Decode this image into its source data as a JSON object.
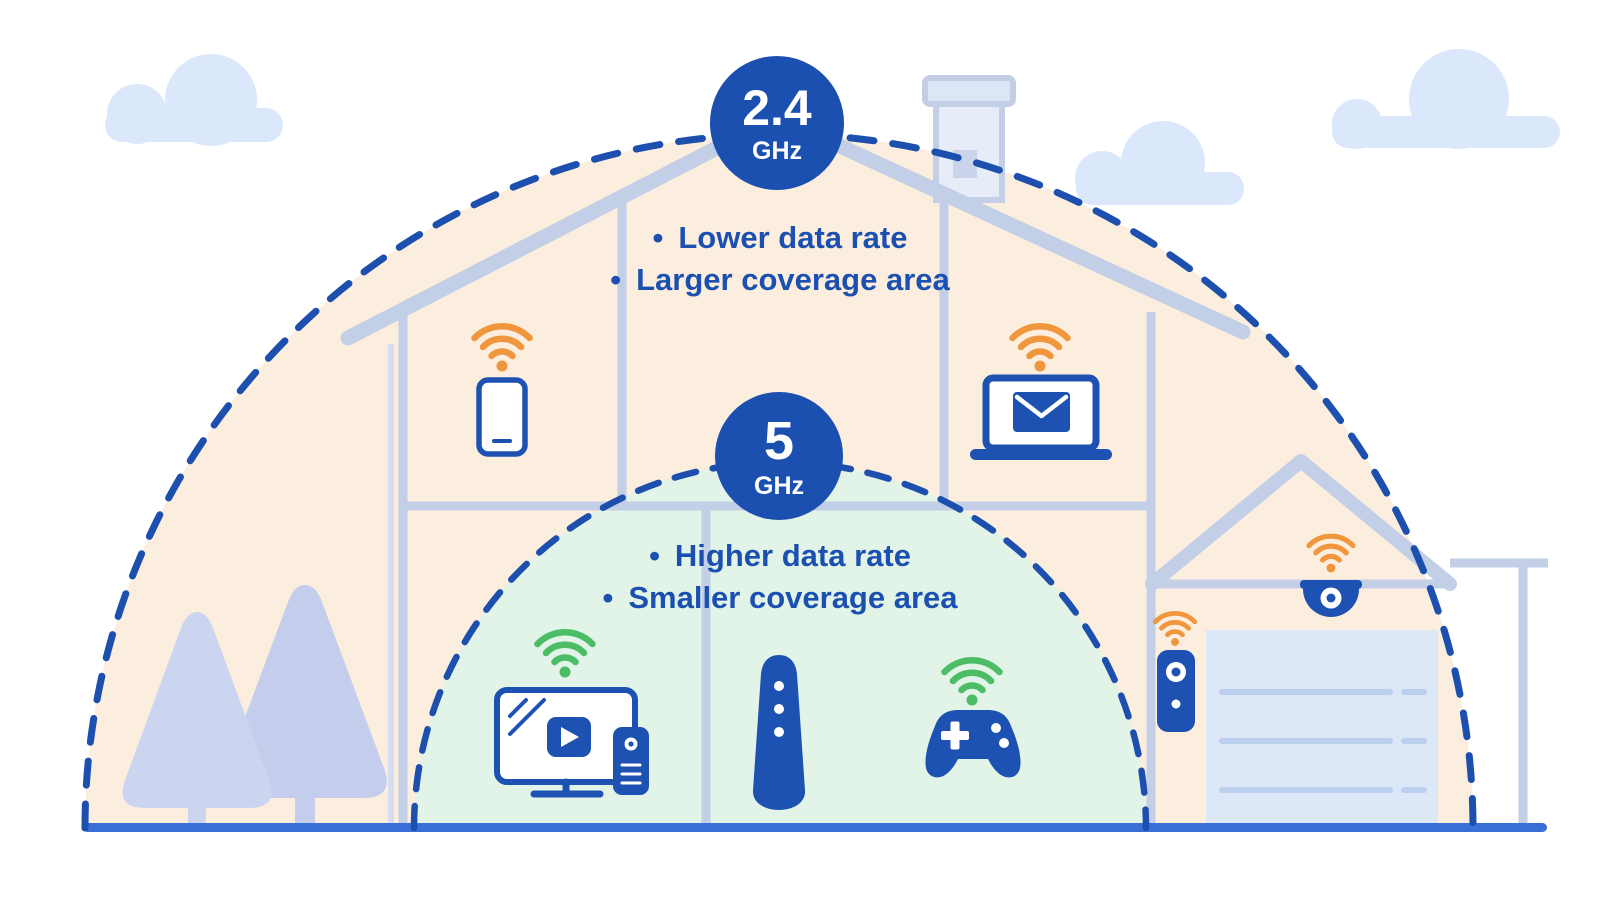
{
  "ui": {
    "bullet": "•"
  },
  "band24": {
    "value": "2.4",
    "unit": "GHz",
    "bullets": [
      "Lower data rate",
      "Larger coverage area"
    ]
  },
  "band5": {
    "value": "5",
    "unit": "GHz",
    "bullets": [
      "Higher data rate",
      "Smaller coverage area"
    ]
  },
  "colors": {
    "accent_blue": "#1b50b0",
    "device_blue": "#1d52b2",
    "coverage_24_fill": "#fceede",
    "coverage_5_fill": "#e2f3e8",
    "boundary_dash_blue": "#1c4fae",
    "wifi_orange": "#f0963c",
    "wifi_green": "#4cbd65",
    "house_structure": "#c3cfe6",
    "ground_line": "#3a6fd8",
    "cloud": "#dbe8fb",
    "tree": "#c9d2ef"
  },
  "icons": {
    "devices_24ghz": [
      "smartphone",
      "laptop-email",
      "doorbell-camera",
      "dome-camera"
    ],
    "devices_5ghz": [
      "tv-media",
      "remote-control",
      "router",
      "game-controller"
    ],
    "scenery": [
      "cloud",
      "tree",
      "house",
      "chimney",
      "garage",
      "fence"
    ]
  }
}
